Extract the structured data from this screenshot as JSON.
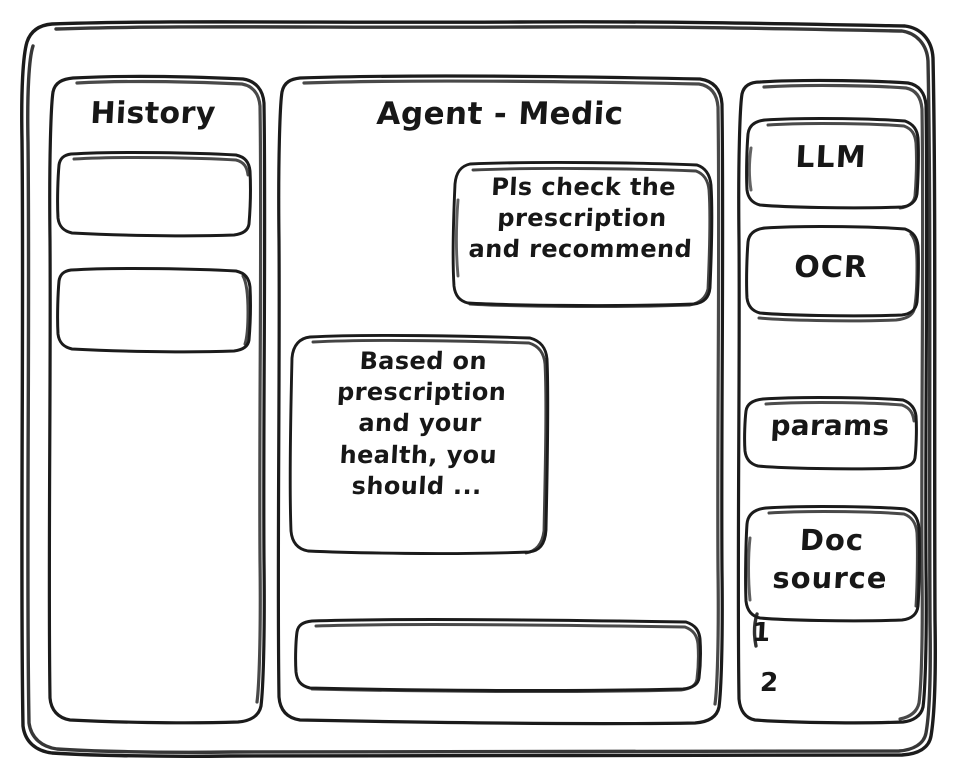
{
  "window": {
    "style": "hand-drawn-wireframe-sketch",
    "background_color": "#ffffff",
    "stroke_color": "#1b1b1b"
  },
  "sidebar_left": {
    "title": "History",
    "items": [
      {
        "label": ""
      },
      {
        "label": ""
      }
    ]
  },
  "main": {
    "title": "Agent - Medic",
    "messages": [
      {
        "role": "user",
        "align": "right",
        "text": "Pls check the\nprescription\nand recommend"
      },
      {
        "role": "assistant",
        "align": "left",
        "text": "Based on\nprescription\nand your\nhealth, you\nshould ..."
      }
    ],
    "composer": {
      "value": "",
      "placeholder": ""
    }
  },
  "sidebar_right": {
    "tools": [
      {
        "name": "llm",
        "label": "LLM"
      },
      {
        "name": "ocr",
        "label": "OCR"
      },
      {
        "name": "params",
        "label": "params"
      },
      {
        "name": "doc-source",
        "label": "Doc\nsource"
      }
    ],
    "doc_sources": [
      {
        "index": "1",
        "label": ""
      },
      {
        "index": "2",
        "label": ""
      }
    ]
  }
}
